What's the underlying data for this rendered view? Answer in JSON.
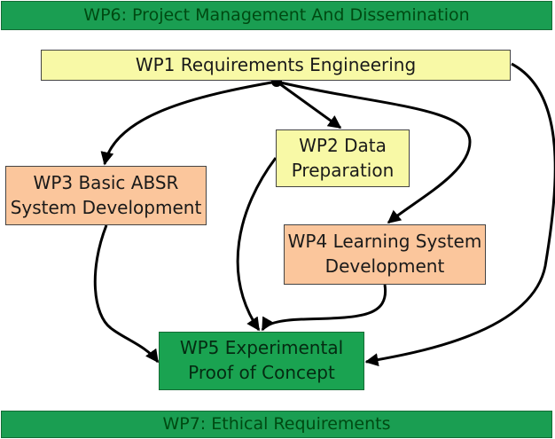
{
  "bars": {
    "top": "WP6: Project Management And Dissemination",
    "bottom": "WP7: Ethical Requirements"
  },
  "boxes": {
    "wp1": "WP1 Requirements Engineering",
    "wp2": {
      "line1": "WP2 Data",
      "line2": "Preparation"
    },
    "wp3": {
      "line1": "WP3 Basic ABSR",
      "line2": "System Development"
    },
    "wp4": {
      "line1": "WP4 Learning System",
      "line2": "Development"
    },
    "wp5": {
      "line1": "WP5 Experimental",
      "line2": "Proof of Concept"
    }
  },
  "colors": {
    "bar_green": "#1a9e52",
    "req_yellow": "#f8f9a6",
    "dev_orange": "#fbc69c",
    "result_green": "#1aa351"
  }
}
